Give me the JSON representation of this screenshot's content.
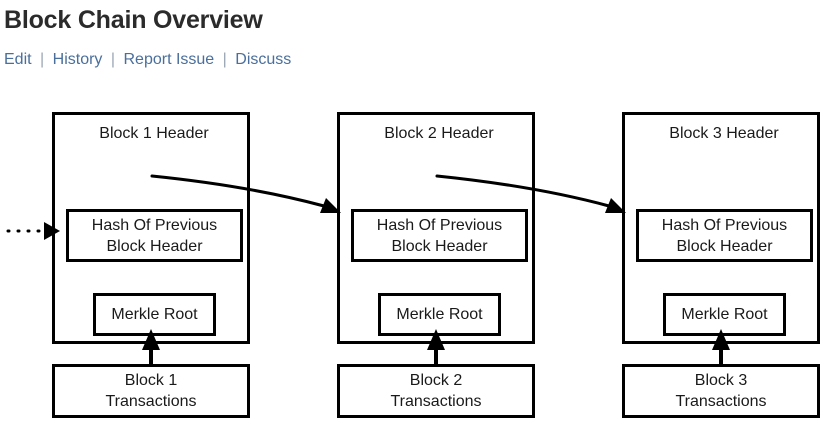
{
  "page": {
    "title": "Block Chain Overview"
  },
  "nav": {
    "separator": "|",
    "links": [
      {
        "label": "Edit"
      },
      {
        "label": "History"
      },
      {
        "label": "Report Issue"
      },
      {
        "label": "Discuss"
      }
    ]
  },
  "colors": {
    "title": "#2b2b2b",
    "link": "#4a6f9c",
    "separator": "#9aa6b4",
    "stroke": "#000000",
    "background": "#ffffff"
  },
  "diagram": {
    "hash_box_label": "Hash Of Previous\nBlock Header",
    "merkle_box_label": "Merkle Root",
    "blocks": [
      {
        "header_label": "Block 1\nHeader",
        "hash_label": "Hash Of Previous\nBlock Header",
        "merkle_label": "Merkle Root",
        "transactions_label": "Block 1\nTransactions"
      },
      {
        "header_label": "Block 2\nHeader",
        "hash_label": "Hash Of Previous\nBlock Header",
        "merkle_label": "Merkle Root",
        "transactions_label": "Block 2\nTransactions"
      },
      {
        "header_label": "Block 3\nHeader",
        "hash_label": "Hash Of Previous\nBlock Header",
        "merkle_label": "Merkle Root",
        "transactions_label": "Block 3\nTransactions"
      }
    ],
    "connectors": [
      {
        "name": "incoming-dotted-chain-arrow",
        "style": "dotted",
        "to": "block-1-hash"
      },
      {
        "name": "block-1-to-block-2-hash-arrow",
        "style": "solid-curved",
        "from": "block-1-header",
        "to": "block-2-hash"
      },
      {
        "name": "block-2-to-block-3-hash-arrow",
        "style": "solid-curved",
        "from": "block-2-header",
        "to": "block-3-hash"
      },
      {
        "name": "block-1-transactions-to-merkle-arrow",
        "style": "solid-straight"
      },
      {
        "name": "block-2-transactions-to-merkle-arrow",
        "style": "solid-straight"
      },
      {
        "name": "block-3-transactions-to-merkle-arrow",
        "style": "solid-straight"
      }
    ]
  }
}
